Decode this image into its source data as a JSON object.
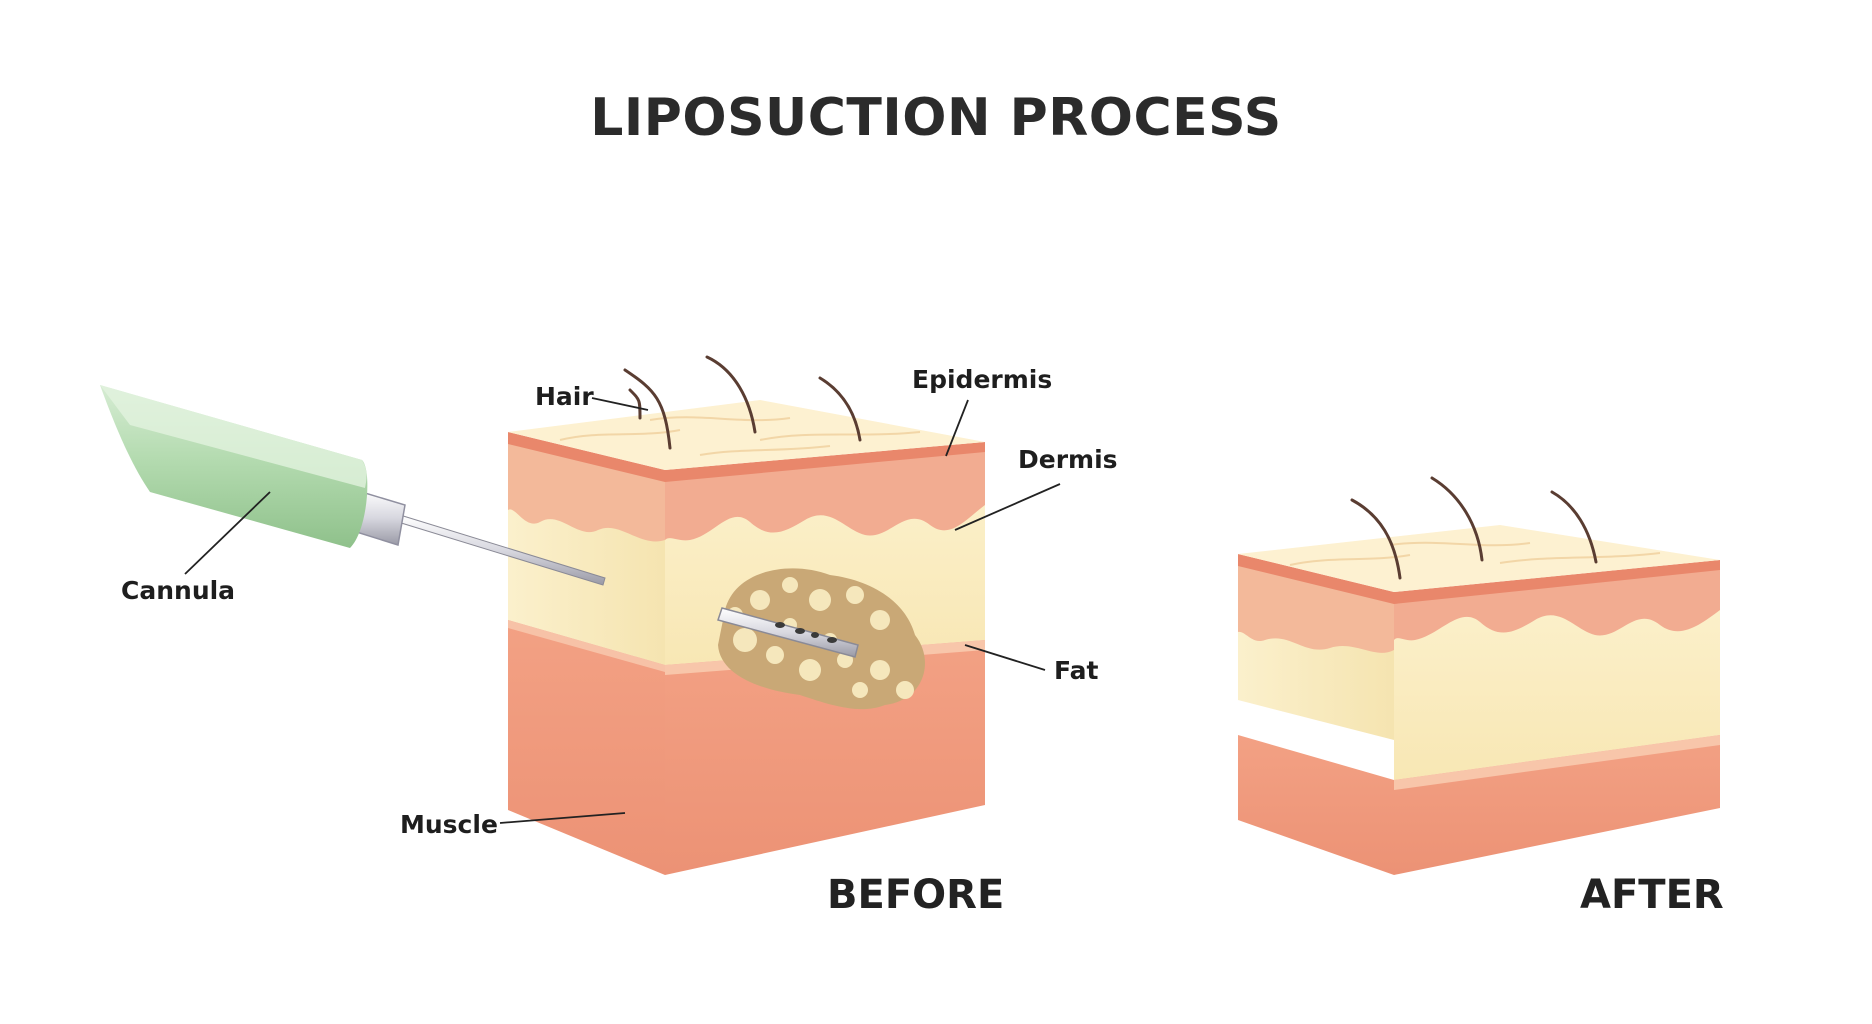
{
  "title": "LIPOSUCTION PROCESS",
  "labels": {
    "hair": "Hair",
    "epidermis": "Epidermis",
    "dermis": "Dermis",
    "cannula": "Cannula",
    "fat": "Fat",
    "muscle": "Muscle"
  },
  "captions": {
    "before": "BEFORE",
    "after": "AFTER"
  },
  "colors": {
    "epidermis_top": "#fdf0cf",
    "dermis": "#f0a98c",
    "fat": "#fbefc2",
    "fat_deposit": "#c9a876",
    "muscle": "#ef9a7c",
    "cannula_handle": "#a9d4a6",
    "hair": "#5a3d32"
  }
}
